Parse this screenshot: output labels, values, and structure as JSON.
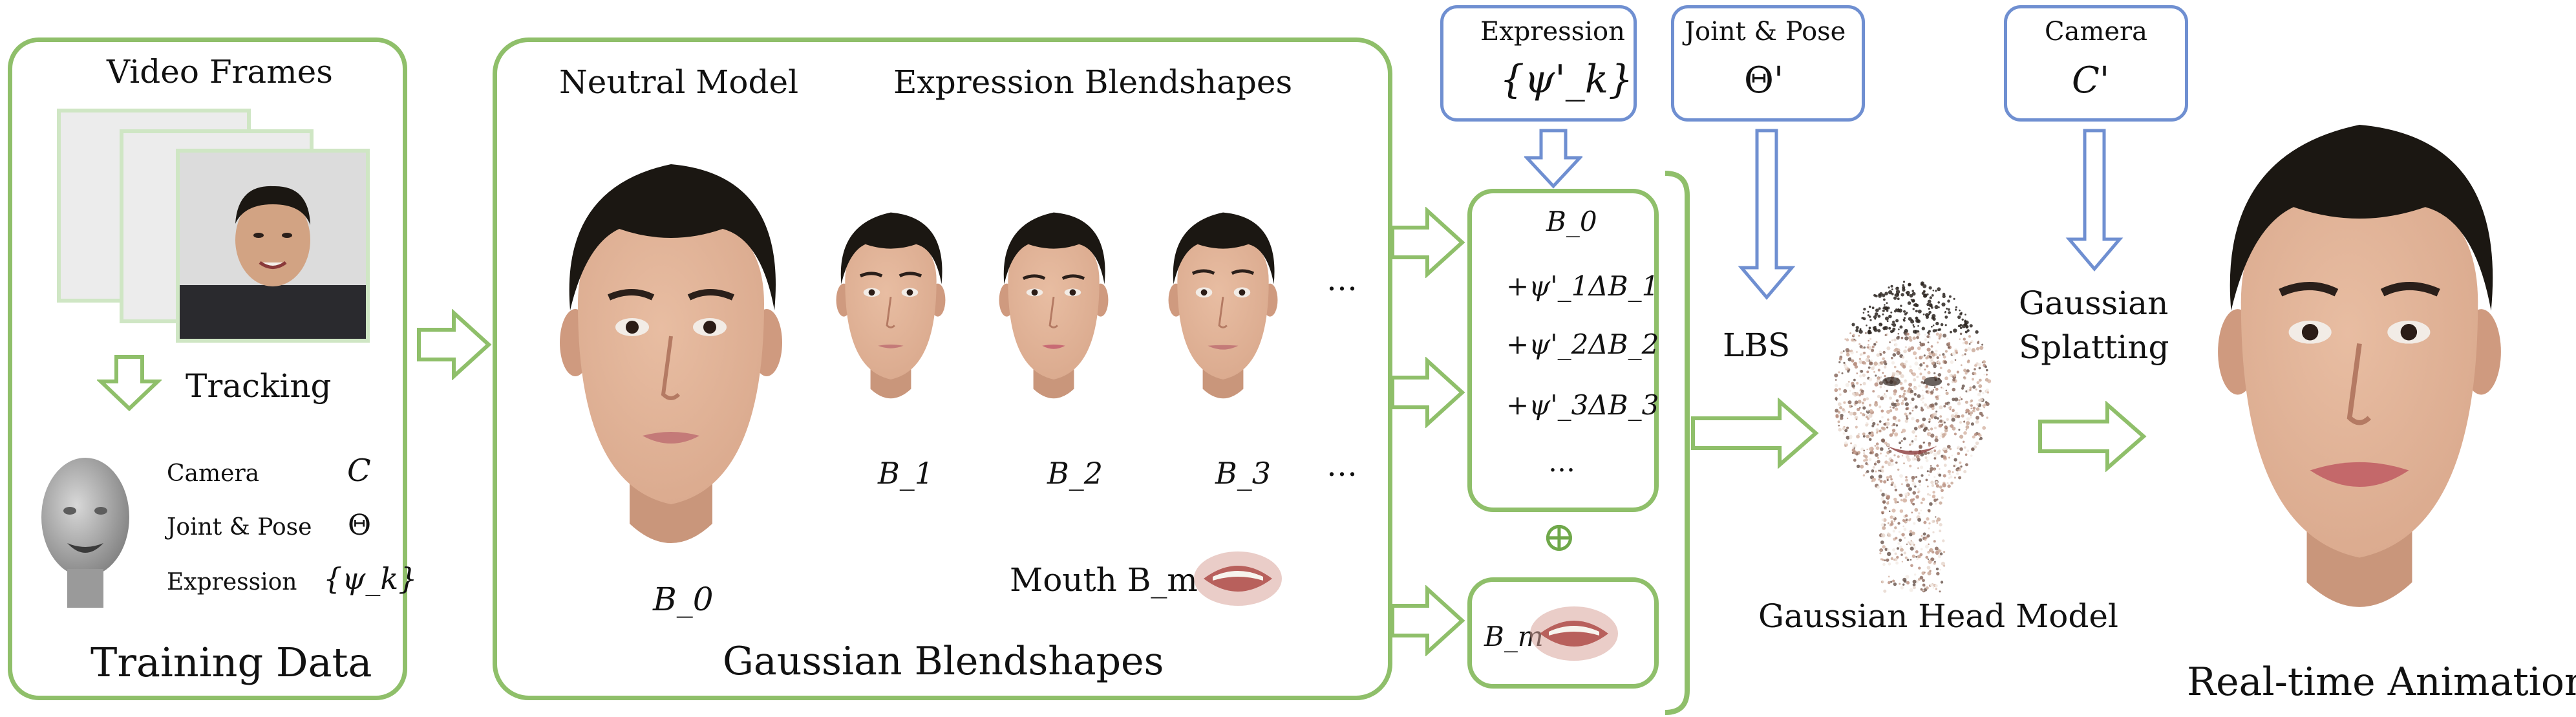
{
  "training_data": {
    "video_frames_title": "Video Frames",
    "tracking_label": "Tracking",
    "params": [
      {
        "name": "Camera",
        "symbol": "C"
      },
      {
        "name": "Joint & Pose",
        "symbol": "Θ"
      },
      {
        "name": "Expression",
        "symbol": "{ψ_k}"
      }
    ],
    "title": "Training Data"
  },
  "blendshapes": {
    "neutral_title": "Neutral Model",
    "expression_title": "Expression Blendshapes",
    "neutral_symbol": "B_0",
    "expr_symbols": [
      "B_1",
      "B_2",
      "B_3"
    ],
    "ellipsis": "…",
    "mouth_label": "Mouth B_m",
    "title": "Gaussian Blendshapes"
  },
  "inputs": {
    "expression": {
      "title": "Expression",
      "symbol": "{ψ'_k}"
    },
    "joint_pose": {
      "title": "Joint & Pose",
      "symbol": "Θ'"
    },
    "camera": {
      "title": "Camera",
      "symbol": "C'"
    }
  },
  "combination": {
    "lines": [
      "B_0",
      "+ψ'_1ΔB_1",
      "+ψ'_2ΔB_2",
      "+ψ'_3ΔB_3",
      "…"
    ],
    "oplus": "⊕",
    "mouth": "B_m"
  },
  "pipeline": {
    "lbs_label": "LBS",
    "splatting_label_line1": "Gaussian",
    "splatting_label_line2": "Splatting",
    "head_model_label": "Gaussian Head Model",
    "output_label": "Real-time Animation"
  },
  "colors": {
    "green_border": "#8fbf6a",
    "blue_border": "#6f8fd1",
    "frame_border": "#cfe6c4",
    "hair": "#1b1712",
    "skin": "#d9a88c"
  }
}
